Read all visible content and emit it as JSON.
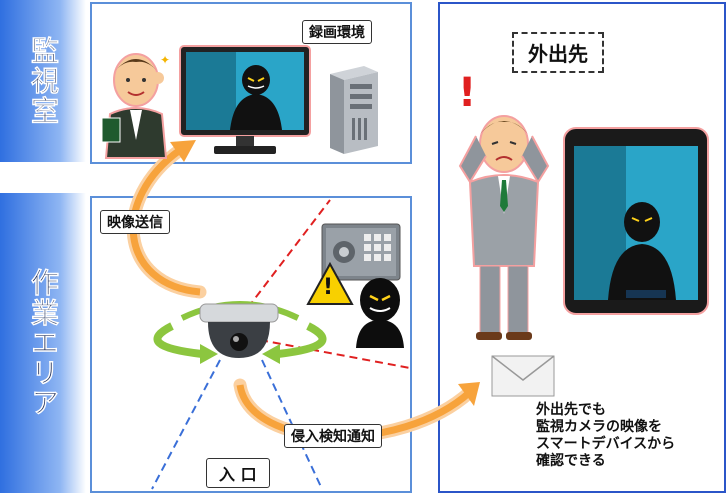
{
  "sections": {
    "monitoring_room": "監視室",
    "work_area": "作業エリア"
  },
  "labels": {
    "recording_env": "録画環境",
    "remote_location": "外出先",
    "video_transmission": "映像送信",
    "intrusion_notification": "侵入検知通知",
    "entrance": "入 口",
    "exclamation": "!",
    "warning": "!"
  },
  "notice_lines": [
    "外出先でも",
    "監視カメラの映像を",
    "スマートデバイスから",
    "確認できる"
  ],
  "colors": {
    "panel_border": "#5b8fd9",
    "side_gradient": "#2f6fe0",
    "arrow_orange": "#f7a33c",
    "rotate_green": "#8cc63f",
    "detect_red": "#e02020",
    "detect_blue": "#3a6fd8"
  }
}
